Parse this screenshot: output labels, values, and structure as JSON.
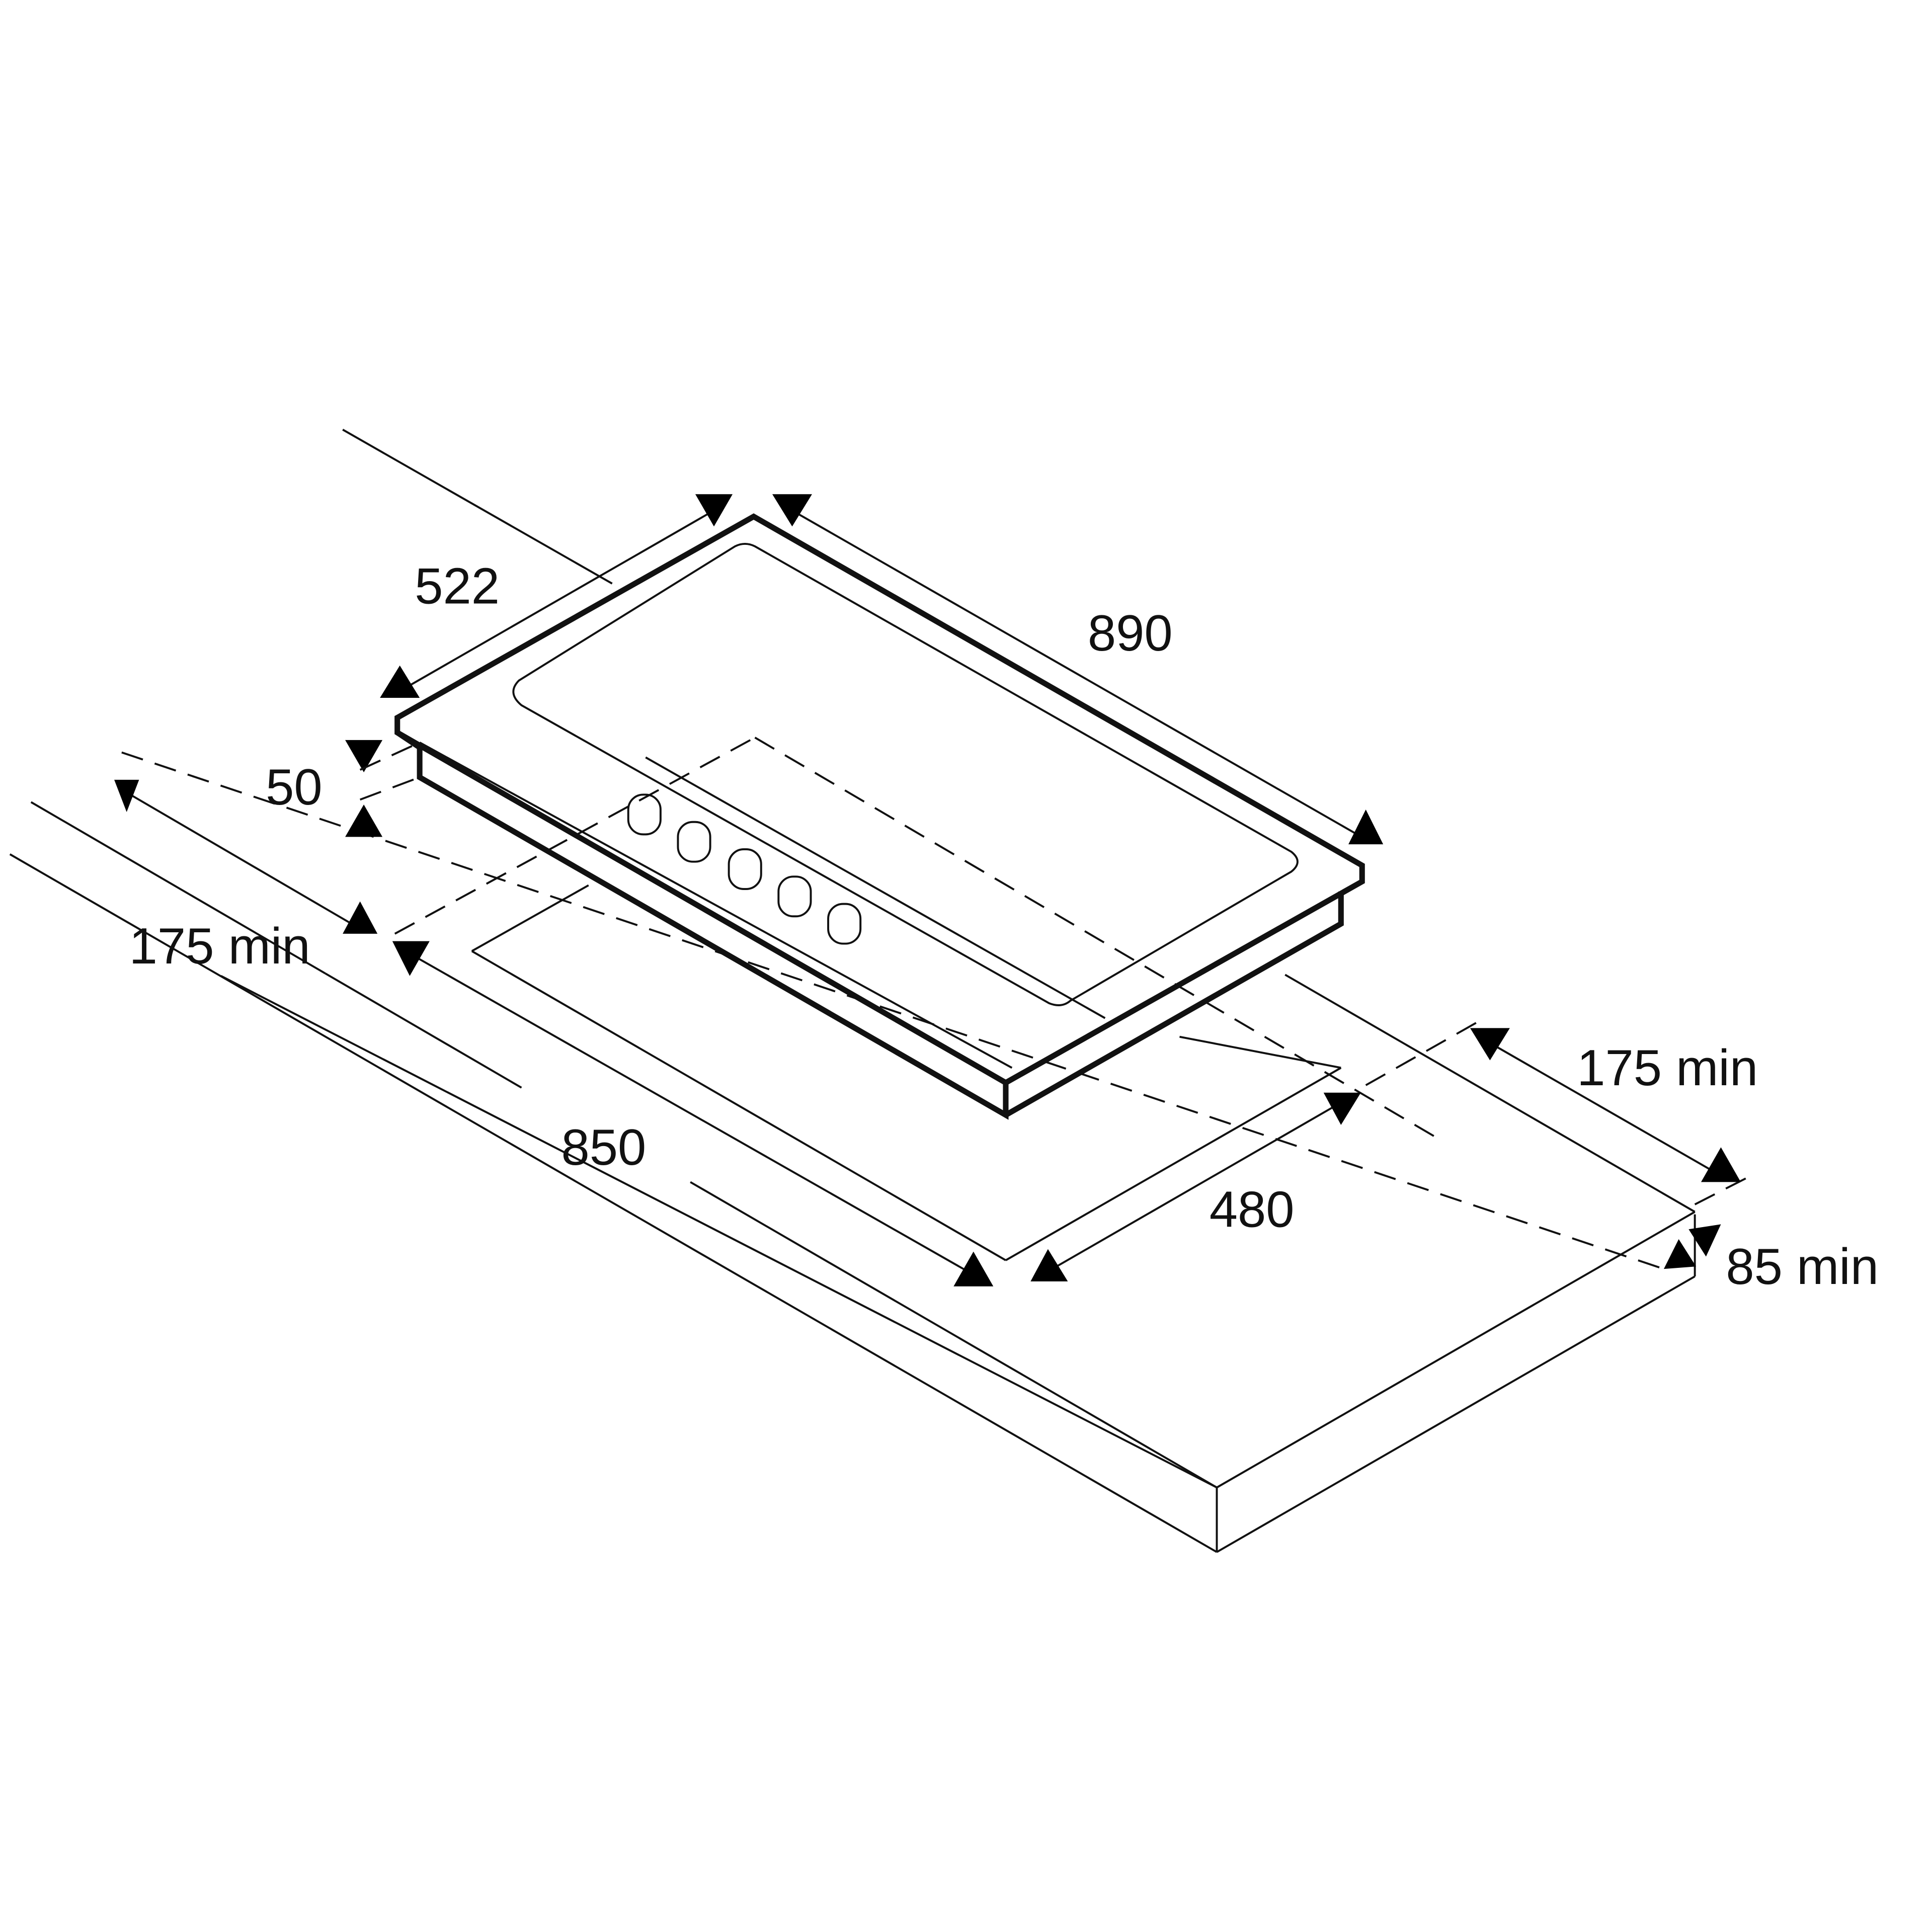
{
  "diagram": {
    "subject": "Built-in gas hob installation dimensions",
    "units": "mm",
    "dimensions": {
      "hob_depth": "522",
      "hob_width": "890",
      "hob_height": "50",
      "left_clearance": "175 min",
      "cutout_width": "850",
      "cutout_depth": "480",
      "right_clearance": "175 min",
      "front_clearance": "85 min"
    },
    "elements": {
      "knob_count": 5,
      "components": [
        "hob",
        "control-knobs",
        "countertop",
        "cutout-outline"
      ]
    },
    "colors": {
      "line": "#111111",
      "background": "#ffffff"
    }
  }
}
